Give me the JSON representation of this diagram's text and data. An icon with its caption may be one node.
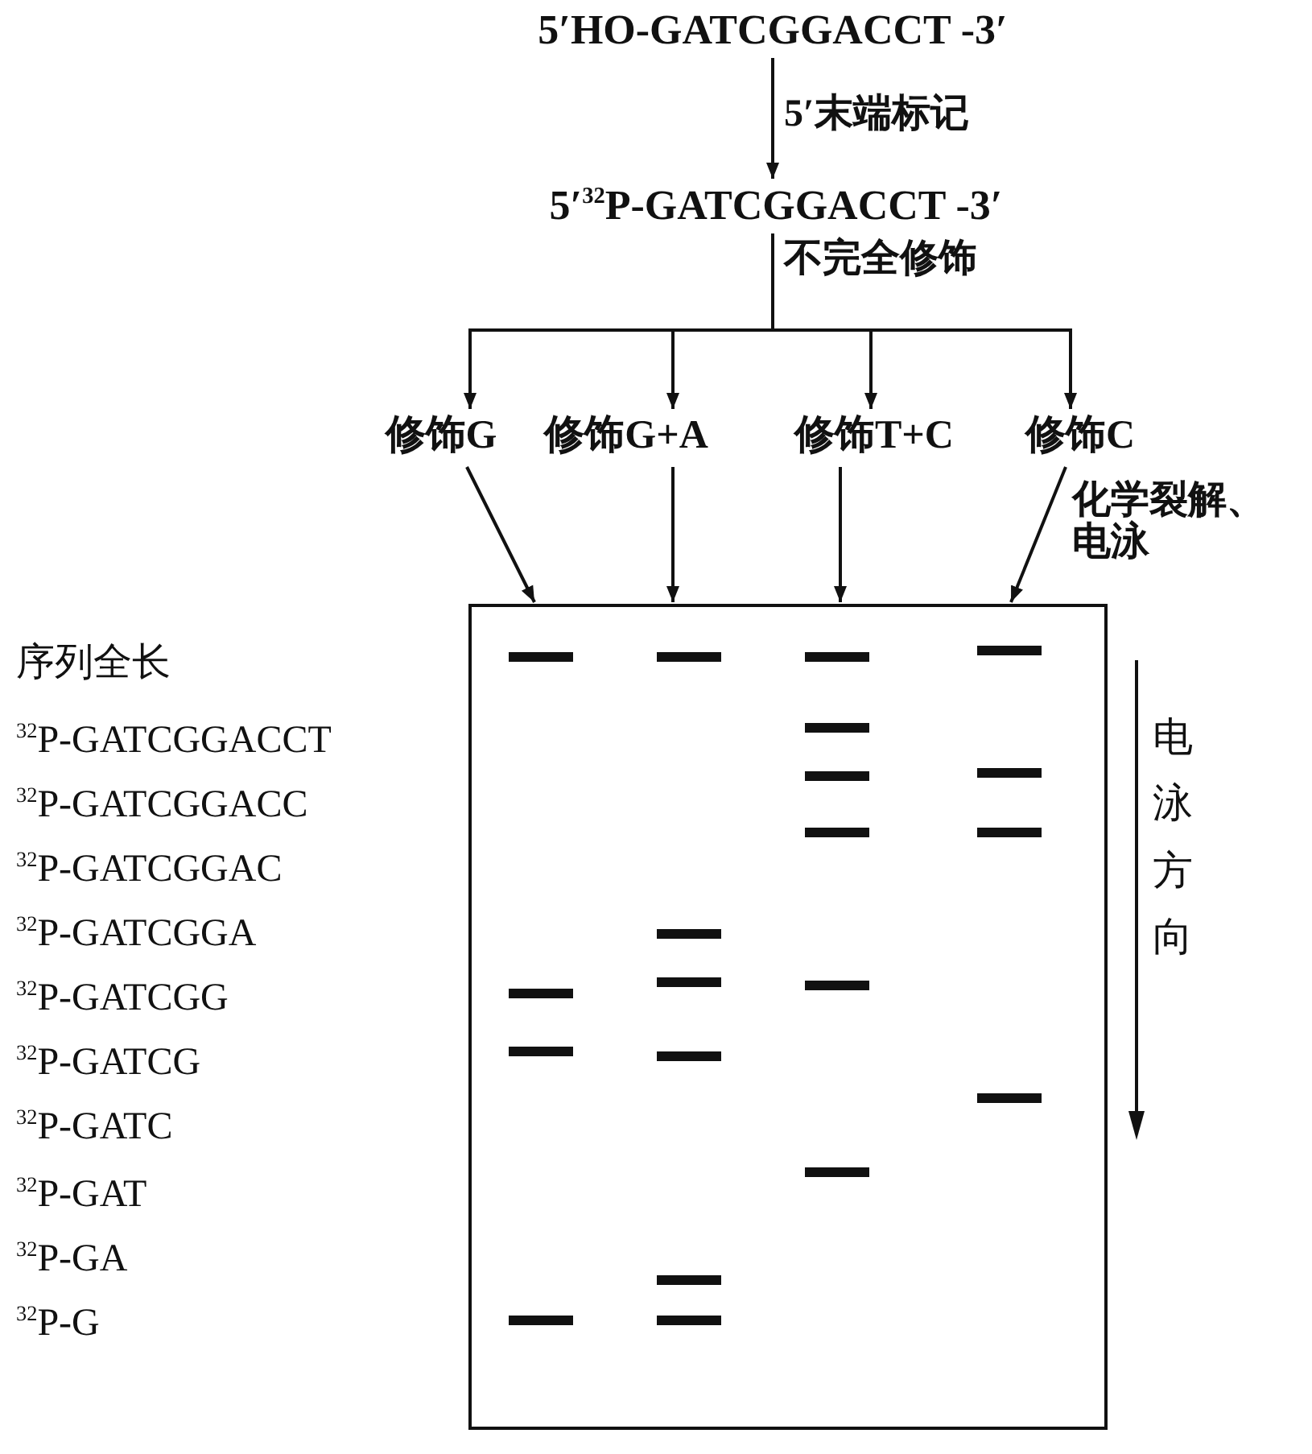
{
  "diagram": {
    "nodes": [
      {
        "text": [
          "5′HO-GATCGGACCT -3′"
        ]
      },
      {
        "text": [
          "5′$^{32}$P-GATCGGACCT -3′"
        ]
      },
      {
        "text": [
          "修饰G"
        ]
      },
      {
        "text": [
          "修饰G+A"
        ]
      },
      {
        "text": [
          "修饰T+C"
        ]
      },
      {
        "text": [
          "修饰C"
        ]
      },
      {
        "text": [],
        "shape": "box"
      }
    ],
    "edges": [
      {
        "from": 0,
        "to": 1,
        "arrow": "to",
        "label": "5′末端标记"
      },
      {
        "from": 1,
        "to": 2,
        "arrow": "to",
        "label": "不完全修饰"
      },
      {
        "from": 1,
        "to": 3,
        "arrow": "to"
      },
      {
        "from": 1,
        "to": 4,
        "arrow": "to"
      },
      {
        "from": 1,
        "to": 5,
        "arrow": "to"
      },
      {
        "from": 2,
        "to": 6,
        "arrow": "to"
      },
      {
        "from": 3,
        "to": 6,
        "arrow": "to"
      },
      {
        "from": 4,
        "to": 6,
        "arrow": "to"
      },
      {
        "from": 5,
        "to": 6,
        "arrow": "to",
        "label": "化学裂解、电泳"
      }
    ],
    "labels": [
      "序列全长",
      "$^{32}$P-GATCGGACCT",
      "$^{32}$P-GATCGGACC",
      "$^{32}$P-GATCGGAC",
      "$^{32}$P-GATCGGA",
      "$^{32}$P-GATCGG",
      "$^{32}$P-GATCG",
      "$^{32}$P-GATC",
      "$^{32}$P-GAT",
      "$^{32}$P-GA",
      "$^{32}$P-G",
      "电泳方向"
    ]
  }
}
